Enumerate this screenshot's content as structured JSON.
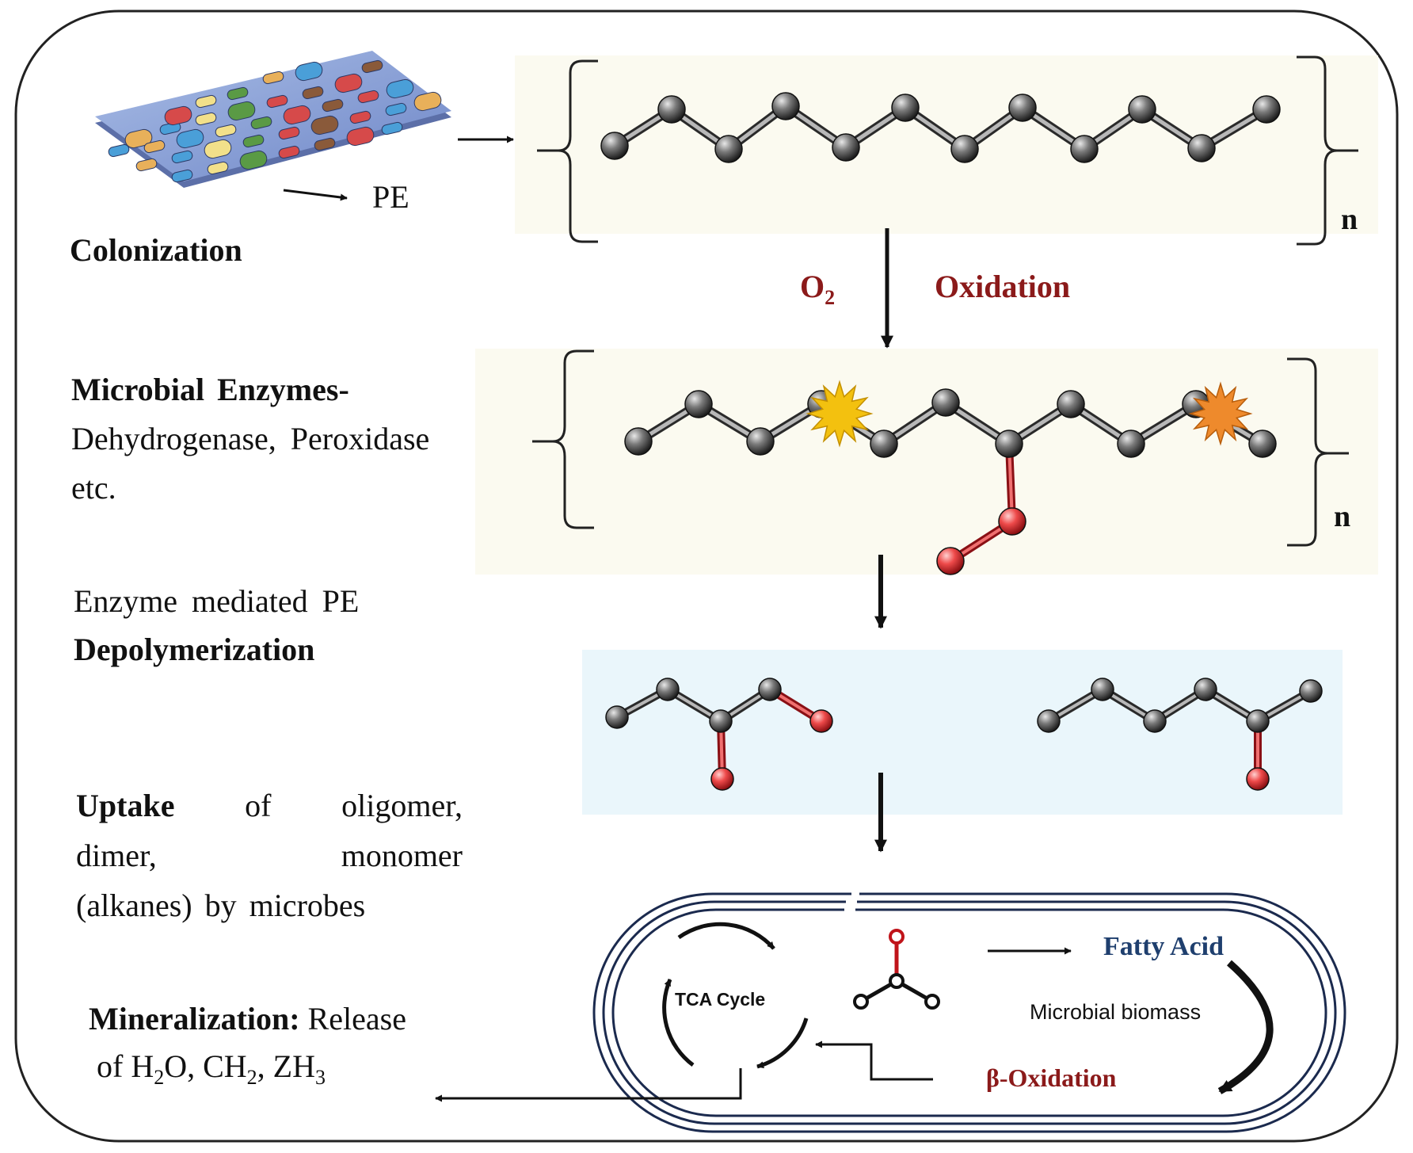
{
  "colonization": {
    "pe_label": "PE",
    "title": "Colonization"
  },
  "chains": {
    "repeat_label_1": "n",
    "repeat_label_2": "n"
  },
  "oxidation": {
    "o2_main": "O",
    "o2_sub": "2",
    "label": "Oxidation",
    "color": "#8b1a1a"
  },
  "enzymes": {
    "title": "Microbial Enzymes-",
    "line2": "Dehydrogenase, Peroxidase",
    "line3": "etc."
  },
  "depolymerization": {
    "line1": "Enzyme mediated PE",
    "line2": "Depolymerization"
  },
  "uptake": {
    "bold": "Uptake",
    "line1_rest": "of oligomer,",
    "line2": "dimer, monomer",
    "line3": "(alkanes) by microbes"
  },
  "mineralization": {
    "bold": "Mineralization:",
    "line1_rest": "Release",
    "line2_parts": [
      "of H",
      "2",
      "O, CH",
      "2",
      ", ZH",
      "3"
    ]
  },
  "cell": {
    "tca": "TCA Cycle",
    "fatty_acid": "Fatty Acid",
    "biomass": "Microbial biomass",
    "beta_oxidation": "β-Oxidation",
    "fatty_acid_color": "#1f3f6e",
    "beta_color": "#8b1a1a"
  },
  "colors": {
    "carbon": "#5a5a5a",
    "oxygen": "#e0303a",
    "mid_band": "#eaf6fb",
    "chain_band": "#fbfaf0"
  }
}
